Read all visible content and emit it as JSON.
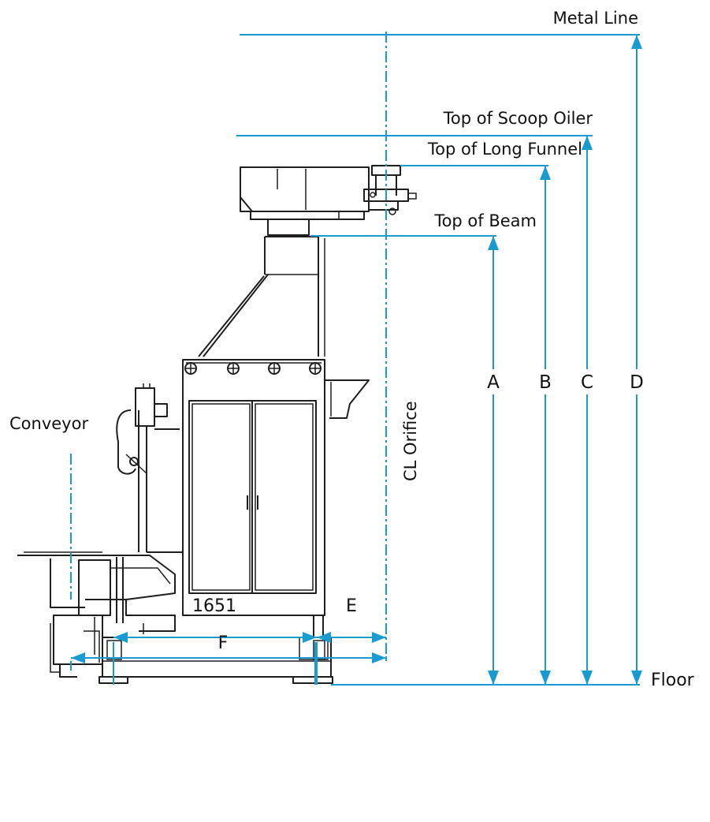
{
  "colors": {
    "dimension": "#1a9bd0",
    "machine": "#1e1e1e"
  },
  "labels": {
    "metal_line": "Metal Line",
    "top_scoop_oiler": "Top of Scoop Oiler",
    "top_long_funnel": "Top of Long Funnel",
    "top_beam": "Top of Beam",
    "floor": "Floor",
    "conveyor": "Conveyor",
    "cl_orifice": "CL Orifice"
  },
  "dimensions": {
    "a": "A",
    "b": "B",
    "c": "C",
    "d": "D",
    "e": "E",
    "f": "F",
    "base": "1651"
  }
}
